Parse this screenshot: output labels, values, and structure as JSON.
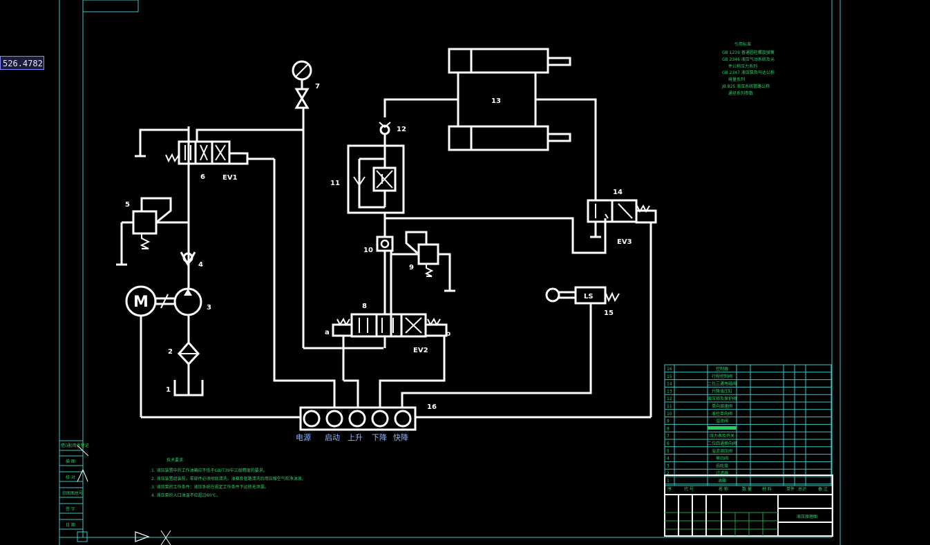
{
  "coordinate_readout": "526.4782",
  "component_numbers": [
    "1",
    "2",
    "3",
    "4",
    "5",
    "6",
    "7",
    "9",
    "10",
    "11",
    "12",
    "13",
    "14",
    "15",
    "16",
    "8"
  ],
  "motor_label": "M",
  "valve_labels": {
    "ev1": "EV1",
    "ev2": "EV2",
    "ev3": "EV3",
    "limit_switch": "LS"
  },
  "port_letters": {
    "a": "a",
    "b": "b"
  },
  "terminal_labels": [
    "电源",
    "启动",
    "上升",
    "下降",
    "快降"
  ],
  "reference_standards": {
    "title": "引用标准",
    "lines": [
      "GB 1239 普通圆柱螺旋弹簧",
      "GB 2346 液压气动系统及元",
      "件公称压力系列",
      "GB 2347 液压泵及马达公称",
      "排量系列",
      "JB 825 液压系统管路公称",
      "通径系列参数"
    ]
  },
  "technical_requirements": {
    "title": "技术要求",
    "lines": [
      "1. 液压装置中的工作油箱应不低于GB/T39中三级精度的要求。",
      "2. 液压装置组装前，零部件必须彻底清洗，油箱及管路清洗后用压缩空气吹净油液。",
      "3. 液压泵的工作条件：液压系统在规定工作条件下运转无泄漏。",
      "4. 液压泵的入口油温不应超过60℃。"
    ]
  },
  "bom_rows": [
    {
      "no": "16",
      "name": "控制器"
    },
    {
      "no": "15",
      "name": "行程控制阀"
    },
    {
      "no": "14",
      "name": "二位三通电磁阀"
    },
    {
      "no": "13",
      "name": "升降液压缸"
    },
    {
      "no": "12",
      "name": "液压锁及保护阀"
    },
    {
      "no": "11",
      "name": "单向调速阀"
    },
    {
      "no": "10",
      "name": "液控单向阀"
    },
    {
      "no": "9",
      "name": "溢流阀"
    },
    {
      "no": "8",
      "name": ""
    },
    {
      "no": "7",
      "name": "压力表及开关"
    },
    {
      "no": "6",
      "name": "二位四通换向阀"
    },
    {
      "no": "5",
      "name": "溢流调压阀"
    },
    {
      "no": "4",
      "name": "单向阀"
    },
    {
      "no": "3",
      "name": "齿轮泵"
    },
    {
      "no": "2",
      "name": "过滤器"
    },
    {
      "no": "1",
      "name": "油箱"
    }
  ],
  "bom_header": [
    "序",
    "代 号",
    "名 称",
    "数 量",
    "材 料",
    "单件",
    "总计",
    "备 注"
  ],
  "title_block_name": "液压原理图",
  "left_panel_labels": [
    "借(通)用件登记",
    "描 图",
    "校 对",
    "旧底图总号",
    "签 字",
    "日 期"
  ]
}
